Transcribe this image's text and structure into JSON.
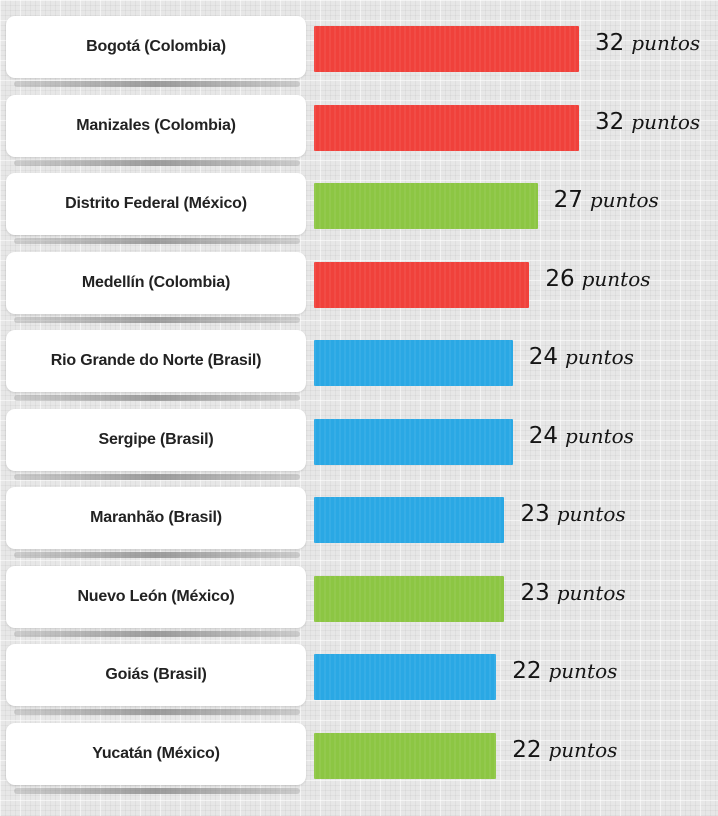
{
  "chart_data": {
    "type": "bar",
    "orientation": "horizontal",
    "categories": [
      "Bogotá (Colombia)",
      "Manizales (Colombia)",
      "Distrito Federal (México)",
      "Medellín (Colombia)",
      "Rio Grande do Norte (Brasil)",
      "Sergipe (Brasil)",
      "Maranhão (Brasil)",
      "Nuevo León (México)",
      "Goiás (Brasil)",
      "Yucatán (México)"
    ],
    "values": [
      32,
      32,
      27,
      26,
      24,
      24,
      23,
      23,
      22,
      22
    ],
    "value_unit": "puntos",
    "bar_colors": [
      "#f0413b",
      "#f0413b",
      "#8cc643",
      "#f0413b",
      "#2aa8e4",
      "#2aa8e4",
      "#2aa8e4",
      "#8cc643",
      "#2aa8e4",
      "#8cc643"
    ],
    "xlim": [
      0,
      32
    ],
    "grid": false,
    "legend": "none"
  }
}
